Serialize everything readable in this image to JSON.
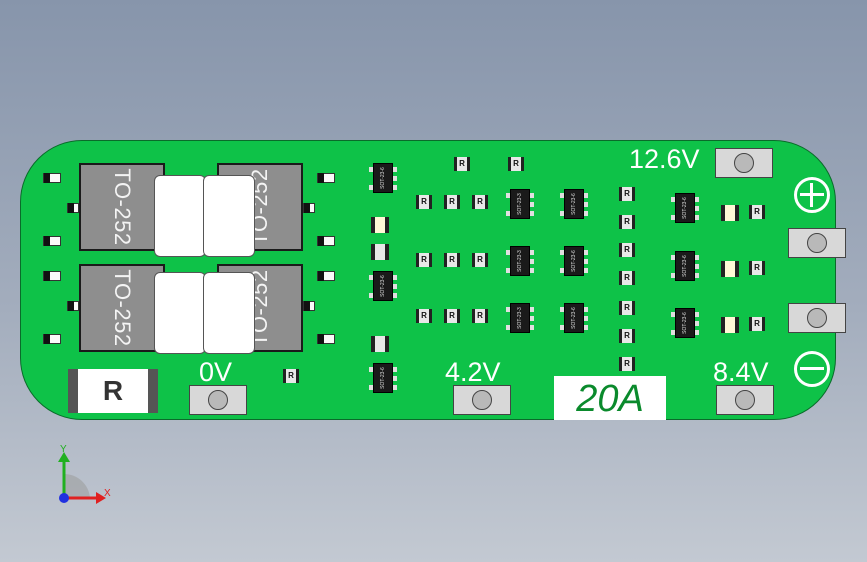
{
  "board": {
    "ics": [
      {
        "label": "TO-252"
      },
      {
        "label": "TO-252"
      },
      {
        "label": "TO-252"
      },
      {
        "label": "TO-252"
      }
    ],
    "resistor_big": {
      "label": "R"
    },
    "current_rating": "20A",
    "voltage_labels": {
      "v0": "0V",
      "v4": "4.2V",
      "v8": "8.4V",
      "v12": "12.6V"
    },
    "resistor_small_label": "R",
    "sot_labels": {
      "sot23_6": "SOT-23-6",
      "sot23_3": "SOT-23-3"
    }
  },
  "axes": {
    "x_label": "X",
    "y_label": "Y"
  },
  "colors": {
    "pcb_green": "#0ec248",
    "ic_gray": "#8e8e8e",
    "axis_x": "#e02020",
    "axis_y": "#20b020",
    "axis_z": "#2030e0"
  }
}
